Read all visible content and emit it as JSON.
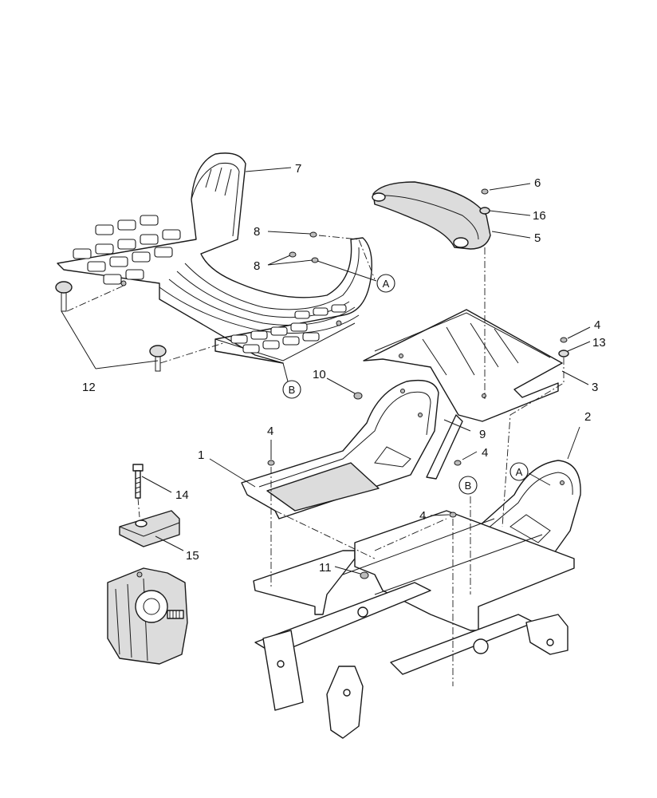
{
  "callouts": {
    "c1": "1",
    "c2": "2",
    "c3": "3",
    "c4a": "4",
    "c4b": "4",
    "c4c": "4",
    "c4d": "4",
    "c5": "5",
    "c6": "6",
    "c7": "7",
    "c8a": "8",
    "c8b": "8",
    "c9": "9",
    "c10": "10",
    "c11": "11",
    "c12": "12",
    "c13": "13",
    "c14": "14",
    "c15": "15",
    "c16": "16"
  },
  "references": {
    "a_top": "A",
    "b_top": "B",
    "a_lower": "A",
    "b_lower": "B"
  }
}
